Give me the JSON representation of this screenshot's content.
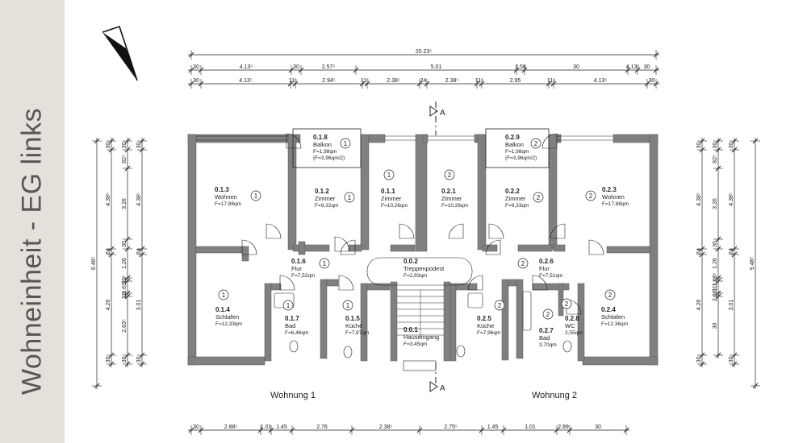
{
  "sidebar": {
    "title": "Wohneinheit - EG links"
  },
  "dimensions": {
    "top_total": "20.23⁵",
    "top_row1": [
      "30",
      "4.13⁵",
      "30",
      "2.57⁵",
      "5.01",
      "2.58",
      "30",
      "4.13⁵",
      "30"
    ],
    "top_row2": [
      "30",
      "4.13⁵",
      "11⁵",
      "2.94⁵",
      "11⁵",
      "2.38⁵",
      "24",
      "2.38⁵",
      "11⁵",
      "2.95",
      "11⁵",
      "4.13⁵",
      "30"
    ],
    "bottom_row": [
      "30",
      "2.88⁵",
      "1.01",
      "1.45",
      "2.76",
      "2.38⁵",
      "2.75⁵",
      "1.45",
      "1.01",
      "2.89",
      "30"
    ],
    "side_total": "9.48⁵",
    "left_outer": [
      "30",
      "4.38⁵",
      "24",
      "4.26",
      "30"
    ],
    "left_mid": [
      "30",
      "82⁵",
      "3.26",
      "30",
      "1.26",
      "11⁵",
      "1.63⁵",
      "11⁵",
      "2.63⁵",
      "30"
    ],
    "left_inner": [
      "30",
      "4.38⁵",
      "24",
      "3.01",
      "30"
    ],
    "right_outer": [
      "30",
      "4.38⁵",
      "24",
      "4.26",
      "30"
    ],
    "right_mid": [
      "30",
      "82⁵",
      "3.26",
      "30",
      "1.26",
      "1.63⁵",
      "11⁵",
      "2.63⁵",
      "30"
    ],
    "right_inner": [
      "30",
      "4.38⁵",
      "24",
      "3.01",
      "30"
    ]
  },
  "section_marker": {
    "label": "A"
  },
  "rooms": [
    {
      "id": "0.1.8",
      "name": "Balkon",
      "area": "F=1,98qm",
      "area2": "(F=3,96qm/2)",
      "unit": "1"
    },
    {
      "id": "0.1.3",
      "name": "Wohnen",
      "area": "F=17,88qm",
      "unit": "1"
    },
    {
      "id": "0.1.2",
      "name": "Zimmer",
      "area": "F=9,32qm",
      "unit": "1"
    },
    {
      "id": "0.1.1",
      "name": "Zimmer",
      "area": "F=10,26qm",
      "unit": "1"
    },
    {
      "id": "0.2.1",
      "name": "Zimmer",
      "area": "F=10,26qm",
      "unit": "2"
    },
    {
      "id": "0.2.2",
      "name": "Zimmer",
      "area": "F=9,33qm",
      "unit": "2"
    },
    {
      "id": "0.2.3",
      "name": "Wohnen",
      "area": "F=17,88qm",
      "unit": "2"
    },
    {
      "id": "0.2.9",
      "name": "Balkon",
      "area": "F=1,98qm",
      "area2": "(F=3,96qm/2)",
      "unit": "2"
    },
    {
      "id": "0.1.6",
      "name": "Flur",
      "area": "F=7,52qm",
      "unit": "1"
    },
    {
      "id": "0.0.2",
      "name": "Treppenpodest",
      "area": "F=2,93qm",
      "unit": ""
    },
    {
      "id": "0.2.6",
      "name": "Flur",
      "area": "F=7,51qm",
      "unit": "2"
    },
    {
      "id": "0.1.4",
      "name": "Schlafen",
      "area": "F=12,33qm",
      "unit": "1"
    },
    {
      "id": "0.1.7",
      "name": "Bad",
      "area": "F=6,46qm",
      "unit": "1"
    },
    {
      "id": "0.1.5",
      "name": "Küche",
      "area": "F=7,97qm",
      "unit": "1"
    },
    {
      "id": "0.0.1",
      "name": "Hauseingang",
      "area": "F=3,45qm",
      "unit": ""
    },
    {
      "id": "0.2.5",
      "name": "Küche",
      "area": "F=7,96qm",
      "unit": "2"
    },
    {
      "id": "0.2.7",
      "name": "Bad",
      "area": "3,70qm",
      "unit": "2"
    },
    {
      "id": "0.2.8",
      "name": "WC",
      "area": "2,55qm",
      "unit": "2"
    },
    {
      "id": "0.2.4",
      "name": "Schlafen",
      "area": "F=12,36qm",
      "unit": "2"
    }
  ],
  "apartments": {
    "left": "Wohnung 1",
    "right": "Wohnung 2"
  },
  "colors": {
    "wall": "#808080",
    "line": "#222222",
    "sidebar_bg": "#e4e0da",
    "sidebar_text": "#5a5651"
  }
}
